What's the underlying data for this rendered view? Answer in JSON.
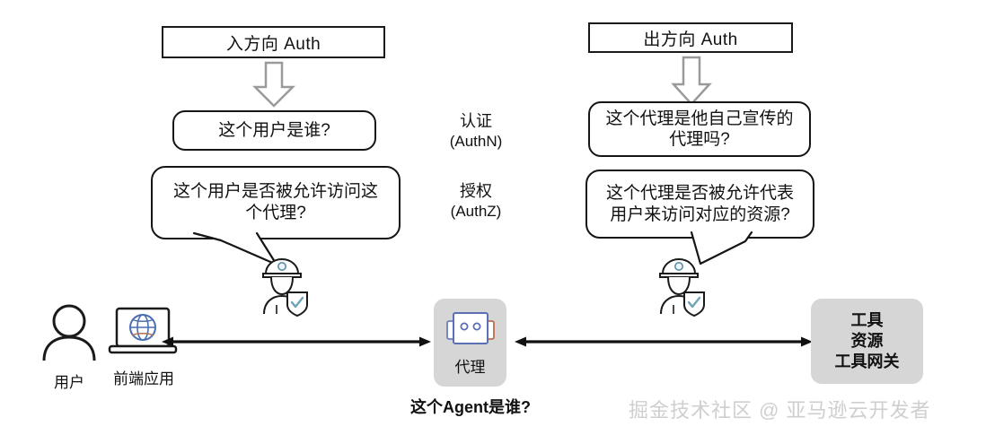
{
  "diagram": {
    "title_inbound": "入方向 Auth",
    "title_outbound": "出方向 Auth",
    "inbound": {
      "header": "入方向 Auth",
      "question_authn": "这个用户是谁?",
      "question_authz_line1": "这个用户是否被允许访问这",
      "question_authz_line2": "个代理?",
      "arrow_icon": "down-block-arrow-icon",
      "guard_icon": "security-guard-shield-icon"
    },
    "outbound": {
      "header": "出方向 Auth",
      "question_authn_line1": "这个代理是他自己宣传的",
      "question_authn_line2": "代理吗?",
      "question_authz_line1": "这个代理是否被允许代表",
      "question_authz_line2": "用户来访问对应的资源?",
      "arrow_icon": "down-block-arrow-icon",
      "guard_icon": "security-guard-shield-icon"
    },
    "center_labels": {
      "authn_cn": "认证",
      "authn_en": "(AuthN)",
      "authz_cn": "授权",
      "authz_en": "(AuthZ)"
    },
    "nodes": {
      "user": {
        "label": "用户",
        "icon": "user-person-icon"
      },
      "frontend": {
        "label": "前端应用",
        "icon": "laptop-globe-icon"
      },
      "agent": {
        "inner_label": "代理",
        "caption": "这个Agent是谁?",
        "icon": "robot-agent-icon"
      },
      "tools": {
        "line1": "工具",
        "line2": "资源",
        "line3": "工具网关"
      }
    },
    "connectors": {
      "user_to_agent": "double-headed-arrow",
      "agent_to_tools": "double-headed-arrow"
    },
    "watermark": "掘金技术社区 @ 亚马逊云开发者",
    "colors": {
      "stroke": "#151515",
      "gray_box_fill": "#d6d6d6",
      "arrow_block_stroke": "#9a9a9a",
      "robot_blue": "#5b6fb5",
      "globe_blue": "#4a6fb0",
      "watermark": "#cfcfcf"
    }
  }
}
